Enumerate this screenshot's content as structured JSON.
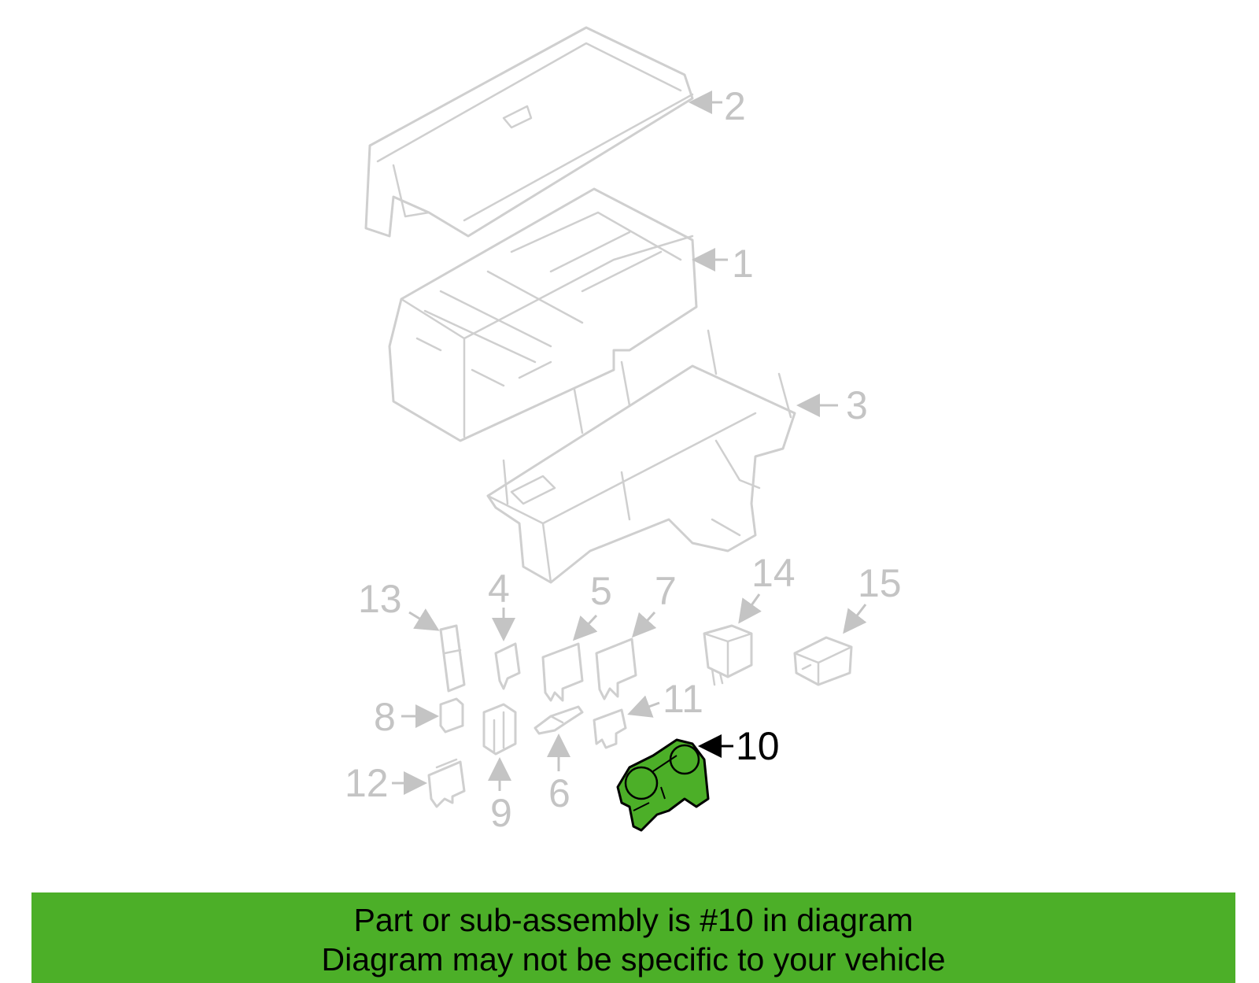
{
  "diagram": {
    "highlighted_part": "10",
    "highlight_color": "#4caf28",
    "part_line_color": "#cfcfcf",
    "callouts": [
      "1",
      "2",
      "3",
      "4",
      "5",
      "6",
      "7",
      "8",
      "9",
      "10",
      "11",
      "12",
      "13",
      "14",
      "15"
    ]
  },
  "banner": {
    "line1": "Part or sub-assembly is #10 in diagram",
    "line2": "Diagram may not be specific to your vehicle",
    "background": "#4caf28"
  }
}
